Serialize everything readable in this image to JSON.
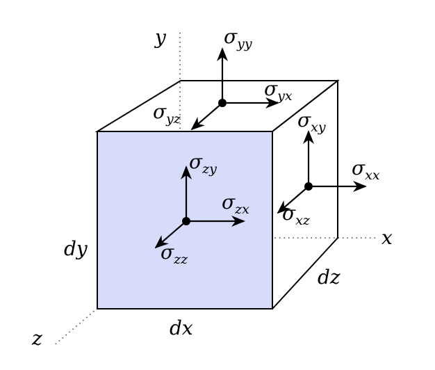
{
  "axes": {
    "x": "x",
    "y": "y",
    "z": "z"
  },
  "dimensions": {
    "dx": "dx",
    "dy": "dy",
    "dz": "dz"
  },
  "stresses": {
    "top": {
      "normal": {
        "sym": "σ",
        "sub": "yy"
      },
      "shear_x": {
        "sym": "σ",
        "sub": "yx"
      },
      "shear_z": {
        "sym": "σ",
        "sub": "yz"
      }
    },
    "right": {
      "normal": {
        "sym": "σ",
        "sub": "xx"
      },
      "shear_y": {
        "sym": "σ",
        "sub": "xy"
      },
      "shear_z": {
        "sym": "σ",
        "sub": "xz"
      }
    },
    "front": {
      "normal": {
        "sym": "σ",
        "sub": "zz"
      },
      "shear_x": {
        "sym": "σ",
        "sub": "zx"
      },
      "shear_y": {
        "sym": "σ",
        "sub": "zy"
      }
    }
  },
  "colors": {
    "front_face": "#d6dcfa",
    "lines": "#000000",
    "axes": "#444444"
  }
}
